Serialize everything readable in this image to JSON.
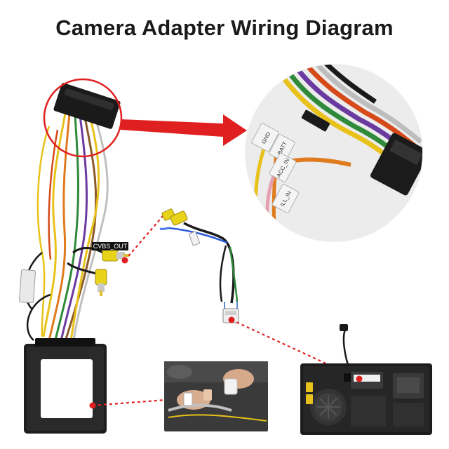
{
  "title": "Camera Adapter Wiring Diagram",
  "labels": {
    "cvbs_out": "CVBS_OUT",
    "gnd": "GND",
    "batt": "BATT",
    "acc_in": "ACC_IN",
    "ill_in": "ILL_IN"
  },
  "colors": {
    "pointer_red": "#e02020",
    "wire_yellow": "#e8c21a",
    "wire_orange": "#e07a1e",
    "wire_green": "#2f8a3a",
    "wire_purple": "#6a3aa0",
    "wire_gray": "#b8b8b8",
    "module_black": "#1e1e1e"
  },
  "icons": [
    "wire-harness",
    "rca-connector",
    "adapter-module",
    "head-unit-back",
    "zoom-circle"
  ]
}
